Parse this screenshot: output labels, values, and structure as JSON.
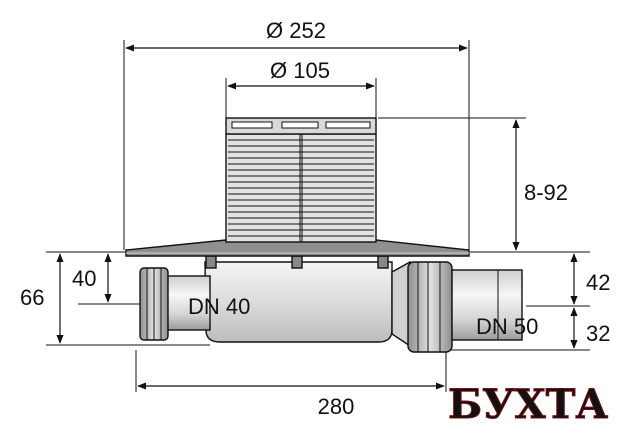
{
  "drawing": {
    "dimensions": {
      "top_diameter": "Ø 252",
      "grate_diameter": "Ø 105",
      "height_range": "8-92",
      "outlet_height_left": "40",
      "total_height_left": "66",
      "outlet_height_right": "42",
      "bottom_right": "32",
      "length": "280"
    },
    "labels": {
      "inlet": "DN 40",
      "outlet": "DN 50"
    },
    "colors": {
      "line": "#111111",
      "body_fill": "#e6e6e6",
      "shade": "#9a9a9a",
      "watermark_red": "#d62c2c"
    }
  },
  "watermark": {
    "text": "БУХТА"
  }
}
